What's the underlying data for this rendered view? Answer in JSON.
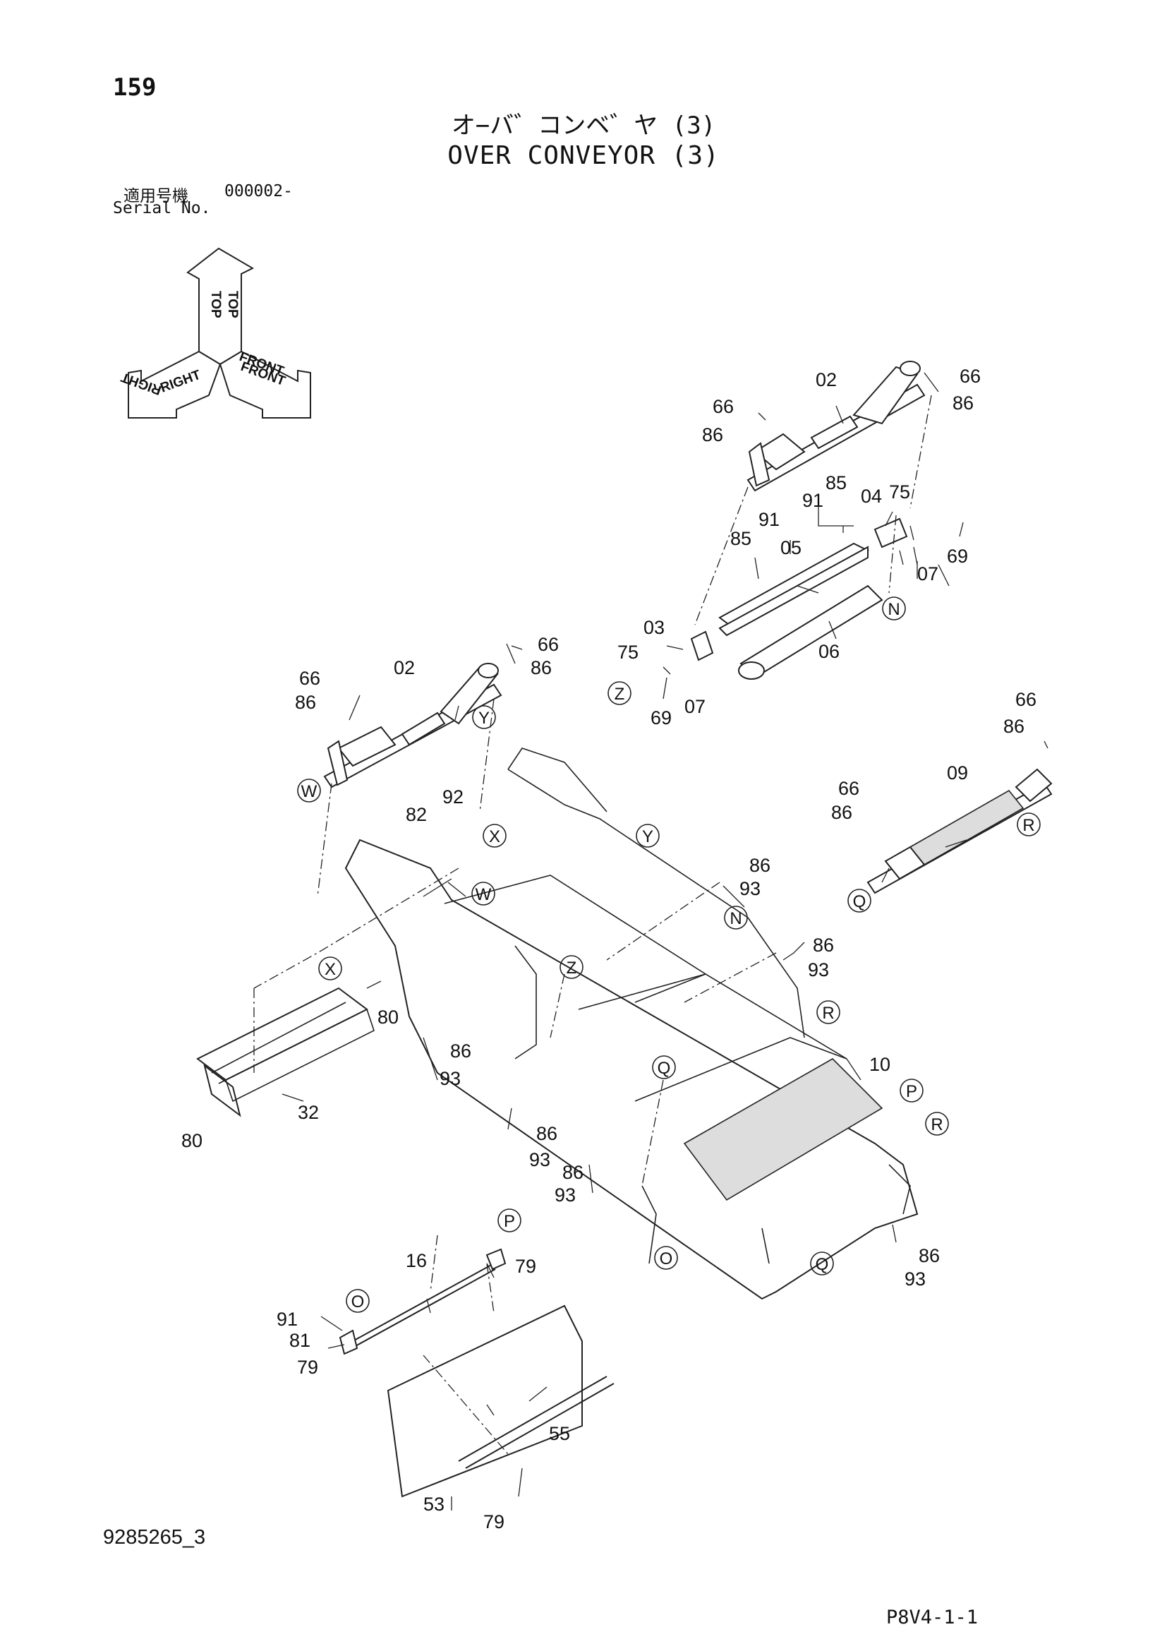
{
  "page_number": "159",
  "title_jp": "オ−バ゛コンベ゛ヤ (3)",
  "title_en": "OVER CONVEYOR (3)",
  "serial": {
    "label_jp": "適用号機",
    "value": "000002-",
    "label_en": "Serial No."
  },
  "orientation": {
    "top": "TOP",
    "right": "RIGHT",
    "front": "FRONT"
  },
  "part_labels": {
    "p02a": "02",
    "p66a": "66",
    "p86a": "86",
    "p66b": "66",
    "p86b": "86",
    "p91a": "91",
    "p85a": "85",
    "p04": "04",
    "p75a": "75",
    "p85b": "85",
    "p91b": "91",
    "p05": "05",
    "p07a": "07",
    "p69a": "69",
    "p03": "03",
    "p75b": "75",
    "p06": "06",
    "p69b": "69",
    "p07b": "07",
    "p66c": "66",
    "p86c": "86",
    "p02b": "02",
    "p66d": "66",
    "p86d": "86",
    "p66e": "66",
    "p86e": "86",
    "p09": "09",
    "p66f": "66",
    "p86f": "86",
    "p92": "92",
    "p82": "82",
    "p86g": "86",
    "p93g": "93",
    "p86h": "86",
    "p93h": "93",
    "p80a": "80",
    "p86i": "86",
    "p93i": "93",
    "p32": "32",
    "p80b": "80",
    "p10": "10",
    "p86j": "86",
    "p93j": "93",
    "p86k": "86",
    "p93k": "93",
    "p86l": "86",
    "p93l": "93",
    "p16": "16",
    "p79a": "79",
    "p91c": "91",
    "p81": "81",
    "p79b": "79",
    "p55": "55",
    "p53": "53",
    "p79c": "79"
  },
  "reference_markers": {
    "n1": "N",
    "z1": "Z",
    "y1": "Y",
    "w1": "W",
    "r1": "R",
    "q1": "Q",
    "x1": "X",
    "y2": "Y",
    "w2": "W",
    "n2": "N",
    "z2": "Z",
    "x2": "X",
    "r2": "R",
    "q2": "Q",
    "p1": "P",
    "r3": "R",
    "o1": "O",
    "q3": "Q",
    "p2": "P",
    "o2": "O"
  },
  "document_code": "9285265_3",
  "sheet_code": "P8V4-1-1"
}
